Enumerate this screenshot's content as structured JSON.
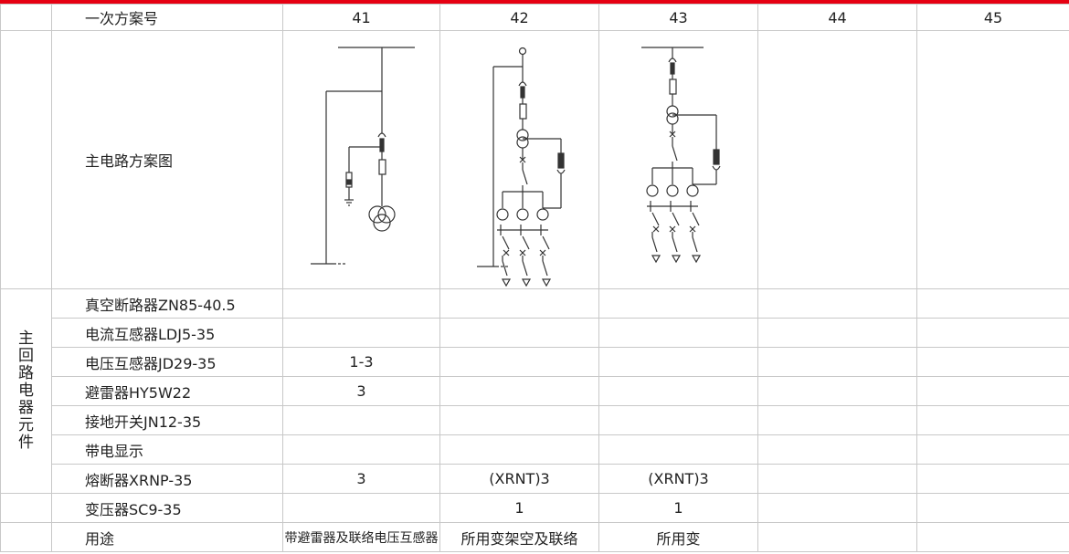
{
  "header": {
    "label": "一次方案号",
    "schemes": [
      "41",
      "42",
      "43",
      "44",
      "45"
    ]
  },
  "diagram_row": {
    "label": "主电路方案图"
  },
  "group_label": [
    "主",
    "回",
    "路",
    "电",
    "器",
    "元",
    "件"
  ],
  "rows": [
    {
      "label": "真空断路器ZN85-40.5",
      "values": [
        "",
        "",
        "",
        "",
        ""
      ]
    },
    {
      "label": "电流互感器LDJ5-35",
      "values": [
        "",
        "",
        "",
        "",
        ""
      ]
    },
    {
      "label": "电压互感器JD29-35",
      "values": [
        "1-3",
        "",
        "",
        "",
        ""
      ]
    },
    {
      "label": "避雷器HY5W22",
      "values": [
        "3",
        "",
        "",
        "",
        ""
      ]
    },
    {
      "label": "接地开关JN12-35",
      "values": [
        "",
        "",
        "",
        "",
        ""
      ]
    },
    {
      "label": "带电显示",
      "values": [
        "",
        "",
        "",
        "",
        ""
      ]
    },
    {
      "label": "熔断器XRNP-35",
      "values": [
        "3",
        "(XRNT)3",
        "(XRNT)3",
        "",
        ""
      ]
    }
  ],
  "transformer_row": {
    "label": "变压器SC9-35",
    "values": [
      "",
      "1",
      "1",
      "",
      ""
    ]
  },
  "usage_row": {
    "label": "用途",
    "values": [
      "带避雷器及联络电压互感器",
      "所用变架空及联络",
      "所用变",
      "",
      ""
    ]
  },
  "colors": {
    "accent": "#e60012",
    "grid": "#c8c8c8"
  }
}
